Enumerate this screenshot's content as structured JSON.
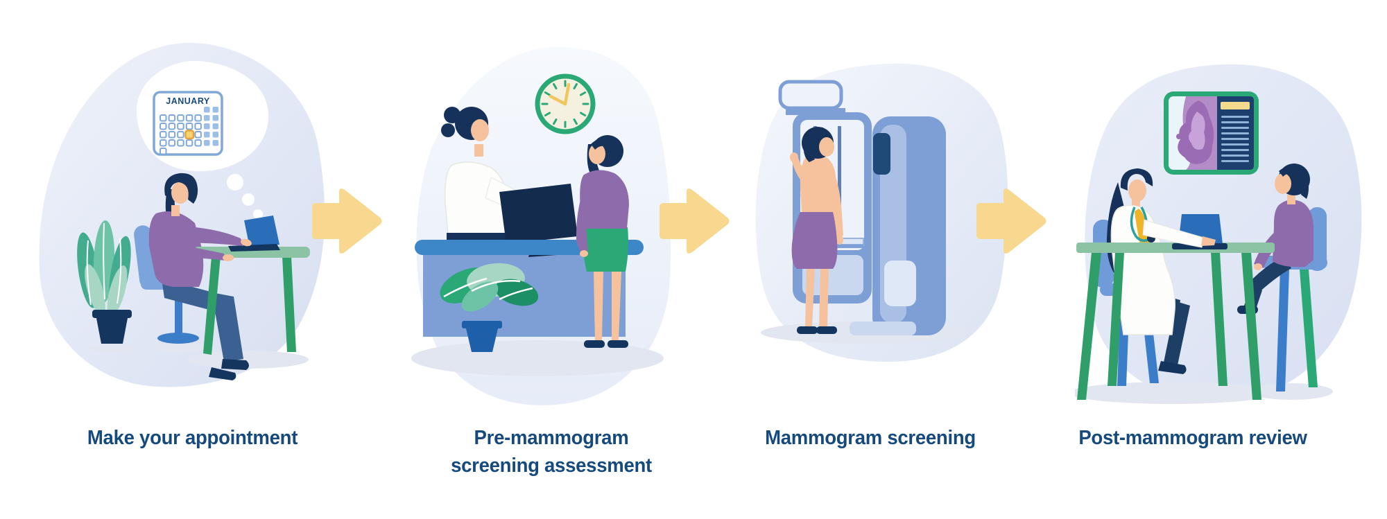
{
  "page": {
    "background": "#ffffff"
  },
  "steps": [
    {
      "id": "make-appointment",
      "caption_lines": [
        "Make your appointment"
      ]
    },
    {
      "id": "pre-screening",
      "caption_lines": [
        "Pre-mammogram",
        "screening assessment"
      ]
    },
    {
      "id": "screening",
      "caption_lines": [
        "Mammogram screening"
      ]
    },
    {
      "id": "review",
      "caption_lines": [
        "Post-mammogram review"
      ]
    }
  ],
  "calendar": {
    "month": "JANUARY"
  },
  "clock": {
    "approx_time": "10:00"
  },
  "icons": {
    "arrow": "arrow-right-icon",
    "calendar": "calendar-icon",
    "clock": "wall-clock-icon",
    "scan_display": "mammogram-scan-display-icon"
  },
  "palette": {
    "caption": "#174a7c",
    "arrow": "#f8d78e",
    "navy": "#16325a",
    "navyDeep": "#14355e",
    "skin": "#f6c29e",
    "purple": "#8e6cab",
    "jeans": "#3a6191",
    "pantsDark": "#1d3f66",
    "green": "#2aa876",
    "deskTop": "#8cc3a4",
    "legGreen": "#2f9e68",
    "blue": "#3d87c9",
    "periwinkle": "#7d9fd6",
    "periLight": "#a9c0e4",
    "panelLight": "#eef3fb",
    "baseLight": "#c9d8ef",
    "laptop": "#2a6db8",
    "chair": "#7ba3dc",
    "chair4": "#6f9bd8",
    "pedestal": "#3b7dc8",
    "monitor": "#132c4e",
    "winNavy": "#1f4a78",
    "rod": "#5e7fb5",
    "potBlue": "#1d5fa8",
    "cream": "#f5f1e0",
    "handsYellow": "#f0c75e",
    "calBorder": "#7fa8d9",
    "calFill": "#9dbfe6",
    "calHighlight": "#f7d470",
    "calHighlightEdge": "#e8a33d",
    "coat": "#fdfdfc",
    "coatEdge": "#e7e7e2",
    "shirtYellow": "#f0b429",
    "steth": "#2aa0a0",
    "displayNavy": "#1c3f6e",
    "displayLines": "#8fb3d9",
    "displayYellow": "#f5d98c",
    "scanBg": "#eaf5f9",
    "scanMid": "#b48cc8",
    "scanDark": "#9a6cb4",
    "scanLight": "#c8a2d8",
    "shadow": "#e2e6f0"
  }
}
